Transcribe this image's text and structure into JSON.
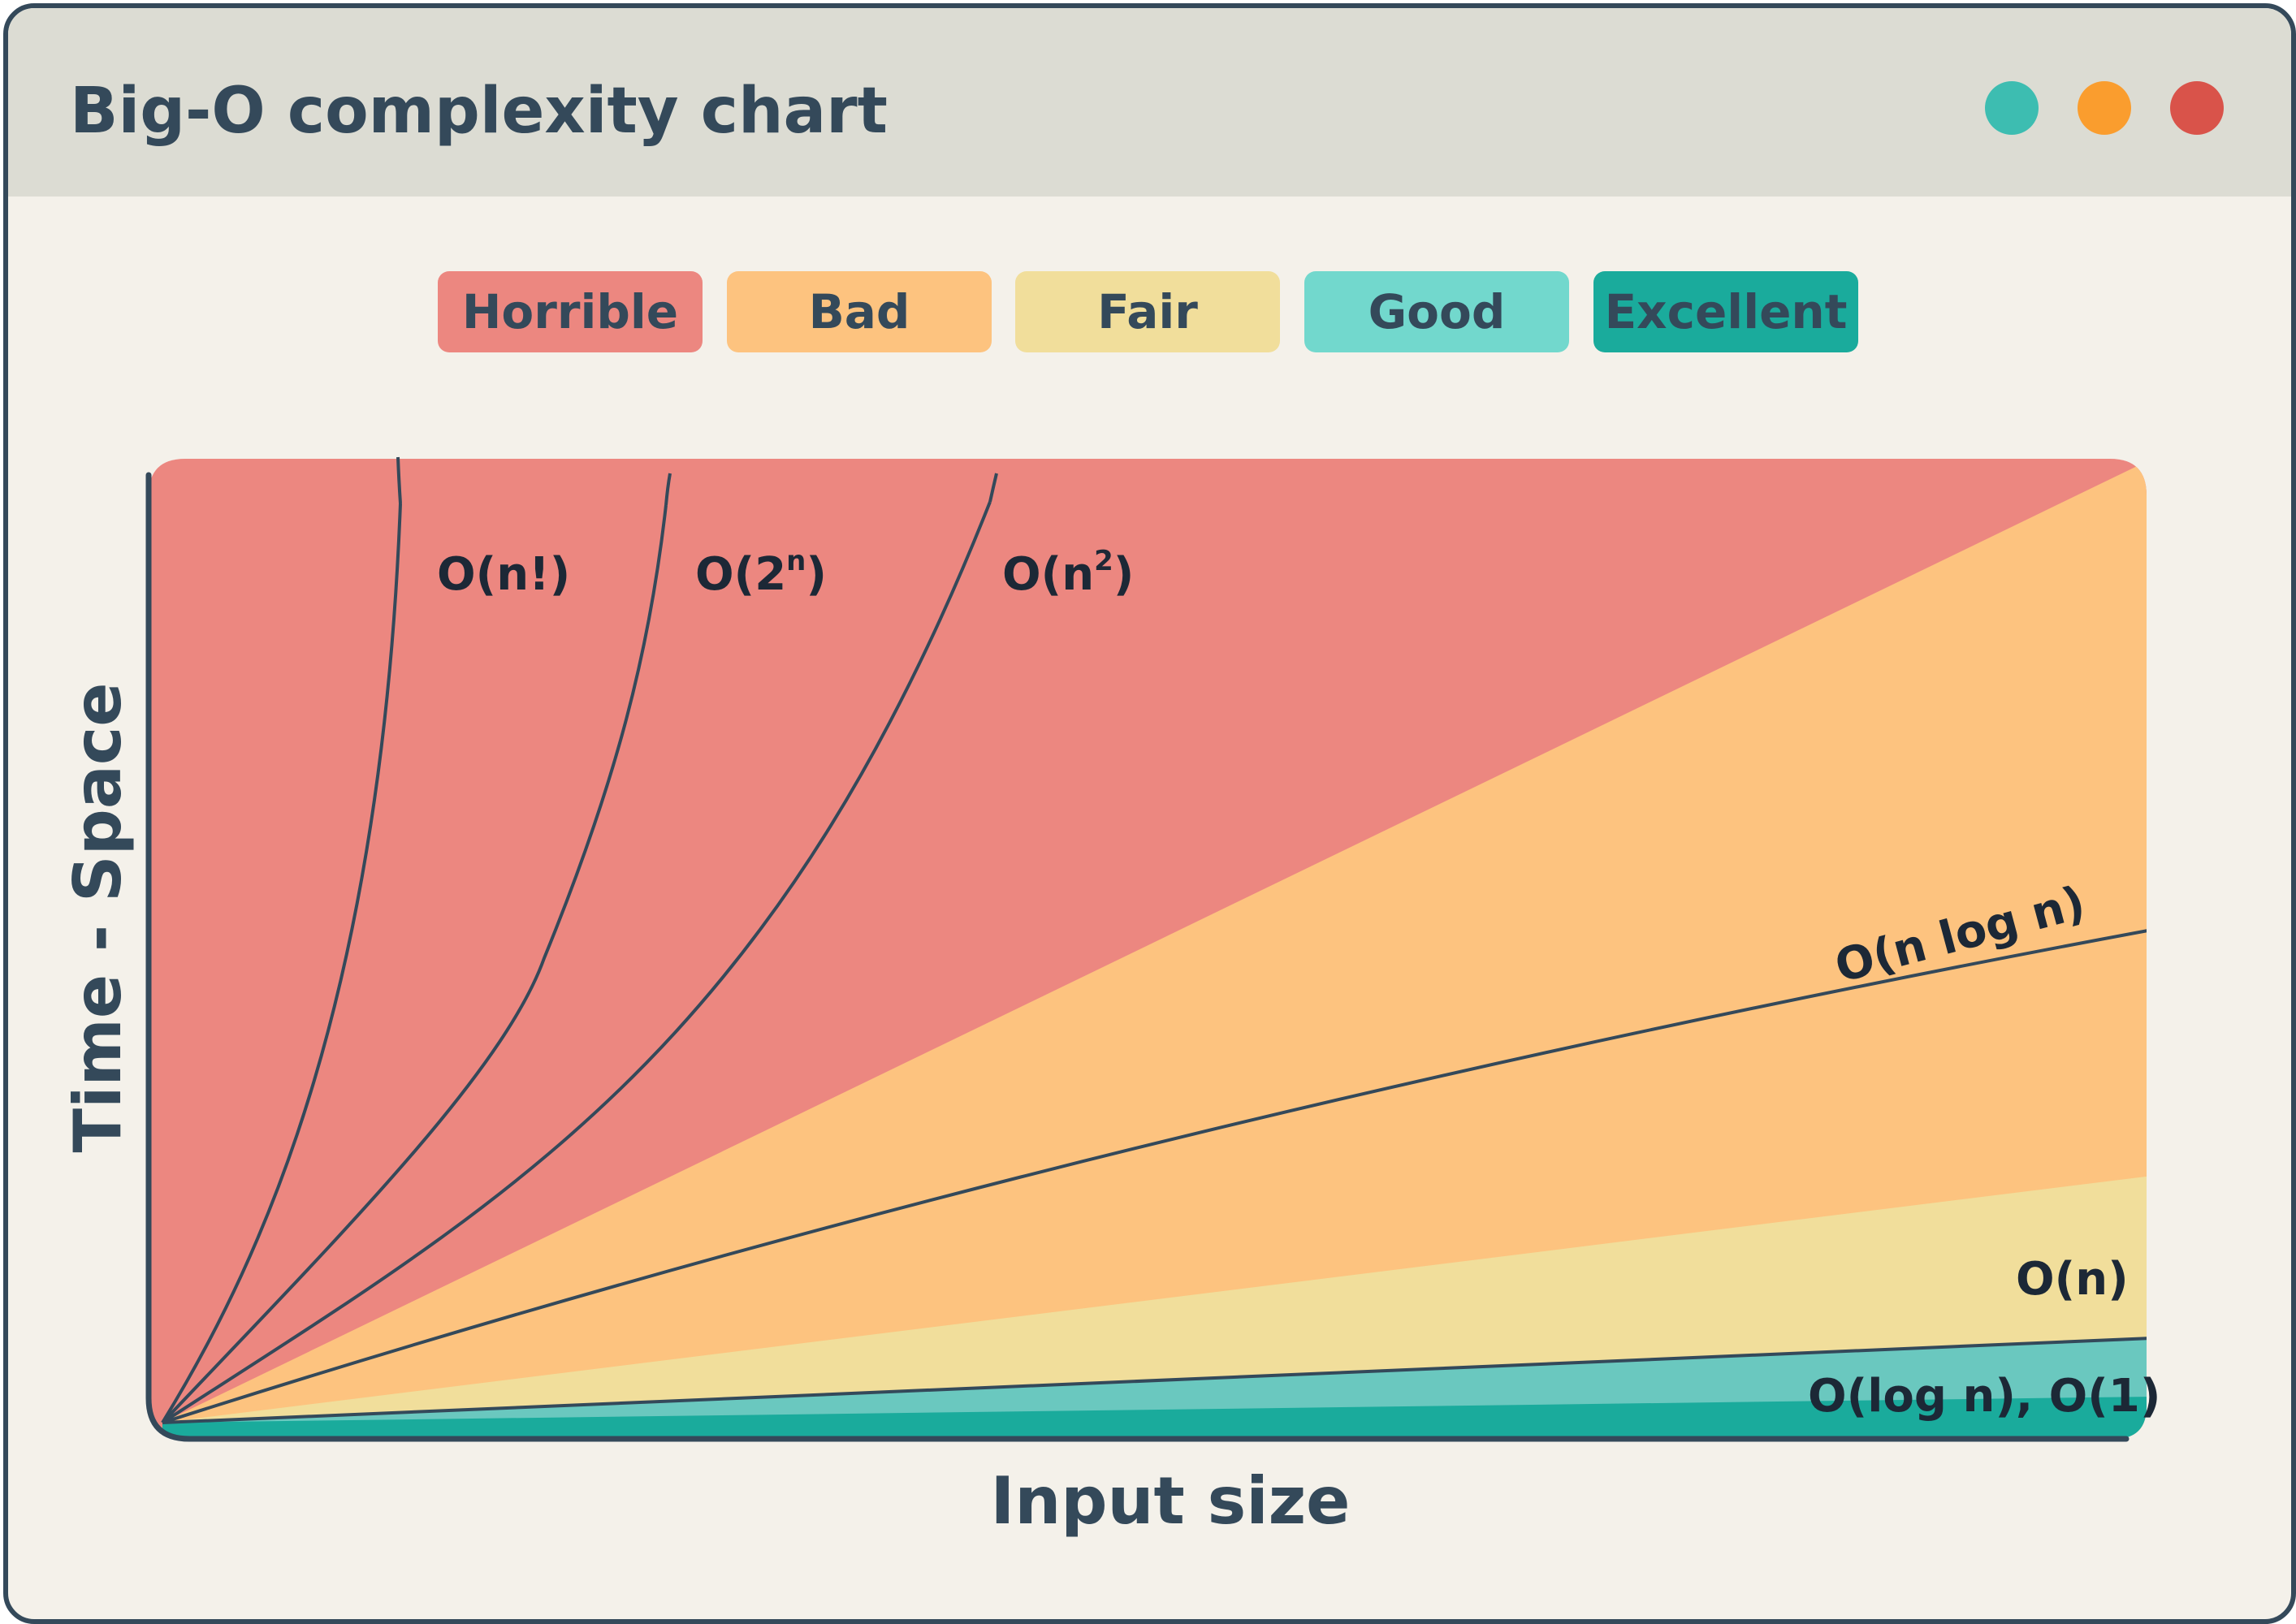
{
  "window": {
    "title": "Big-O complexity chart",
    "controls": [
      "green-dot",
      "orange-dot",
      "red-dot"
    ]
  },
  "legend": [
    {
      "label": "Horrible",
      "color": "#ec8780"
    },
    {
      "label": "Bad",
      "color": "#fdc37f"
    },
    {
      "label": "Fair",
      "color": "#f1de9b"
    },
    {
      "label": "Good",
      "color": "#72d8cd"
    },
    {
      "label": "Excellent",
      "color": "#1aab9c",
      "text_color": "#34495a"
    }
  ],
  "chart_data": {
    "type": "line",
    "title": "Big-O complexity chart",
    "xlabel": "Input size",
    "ylabel": "Time - Space",
    "regions": [
      {
        "name": "Horrible",
        "color": "#ec8780"
      },
      {
        "name": "Bad",
        "color": "#fdc37f"
      },
      {
        "name": "Fair",
        "color": "#f1de9b"
      },
      {
        "name": "Good",
        "color": "#6ac8bf"
      },
      {
        "name": "Excellent",
        "color": "#1aab9c"
      }
    ],
    "series": [
      {
        "name": "O(n!)",
        "label_base": "O(n!)",
        "label_sup": ""
      },
      {
        "name": "O(2^n)",
        "label_base": "O(2",
        "label_sup": "n",
        "label_tail": ")"
      },
      {
        "name": "O(n^2)",
        "label_base": "O(n",
        "label_sup": "2",
        "label_tail": ")"
      },
      {
        "name": "O(n log n)",
        "label_base": "O(n log n)",
        "label_sup": ""
      },
      {
        "name": "O(n)",
        "label_base": "O(n)",
        "label_sup": ""
      },
      {
        "name": "O(log n), O(1)",
        "label_base": "O(log n), O(1)",
        "label_sup": ""
      }
    ],
    "grid": false,
    "legend_position": "top-center"
  }
}
